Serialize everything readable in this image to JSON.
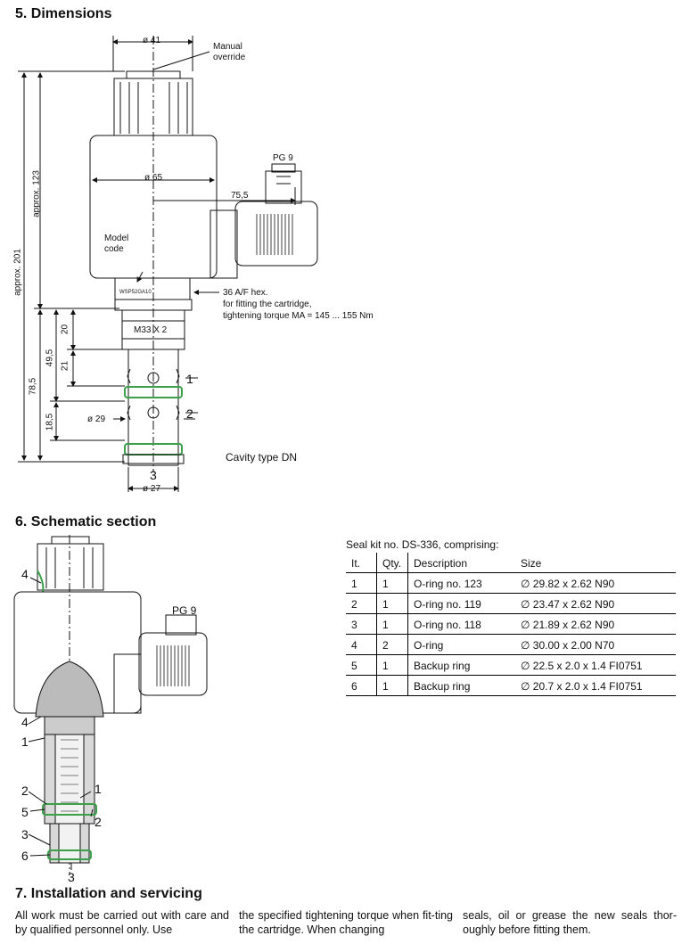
{
  "sections": {
    "s5": "5.   Dimensions",
    "s6": "6.   Schematic section",
    "s7": "7.   Installation and servicing"
  },
  "dimensions": {
    "d41": "ø 41",
    "manual1": "Manual",
    "manual2": "override",
    "pg9": "PG 9",
    "d65": "ø 65",
    "d755": "75,5",
    "approx123": "approx. 123",
    "approx201": "approx. 201",
    "model1": "Model",
    "model2": "code",
    "model_plate": "WSP52GA10",
    "hex1": "36 A/F hex.",
    "hex2": "for fitting the cartridge,",
    "hex3": "tightening torque MA = 145 ... 155 Nm",
    "thread": "M33 X 2",
    "d20": "20",
    "d21": "21",
    "d495": "49,5",
    "d785": "78,5",
    "d185": "18,5",
    "d29": "ø 29",
    "d27": "ø 27",
    "port1": "1",
    "port2": "2",
    "port3": "3",
    "cavity": "Cavity type DN"
  },
  "schematic": {
    "pg9": "PG 9",
    "l4a": "4",
    "l4b": "4",
    "l1a": "1",
    "l2a": "2",
    "l5": "5",
    "l3a": "3",
    "l6": "6",
    "l1b": "1",
    "l2b": "2",
    "l3b": "3"
  },
  "seal_kit": {
    "caption": "Seal kit no. DS-336, comprising:",
    "headers": [
      "It.",
      "Qty.",
      "Description",
      "Size"
    ],
    "rows": [
      [
        "1",
        "1",
        "O-ring no. 123",
        "∅ 29.82 x 2.62 N90"
      ],
      [
        "2",
        "1",
        "O-ring no. 119",
        "∅ 23.47 x 2.62 N90"
      ],
      [
        "3",
        "1",
        "O-ring no. 118",
        "∅ 21.89 x 2.62 N90"
      ],
      [
        "4",
        "2",
        "O-ring",
        "∅ 30.00 x 2.00 N70"
      ],
      [
        "5",
        "1",
        "Backup ring",
        "∅ 22.5 x 2.0 x 1.4 FI0751"
      ],
      [
        "6",
        "1",
        "Backup ring",
        "∅ 20.7 x 2.0 x 1.4 FI0751"
      ]
    ]
  },
  "installation": {
    "col1": "All work must be carried out with care and by qualified personnel only. Use",
    "col2": "the specified tightening torque when fit-ting the cartridge. When changing",
    "col3": "seals, oil or grease the new seals thor-oughly before fitting them."
  },
  "colors": {
    "line": "#111111",
    "seal_green": "#3aa04a",
    "hatch": "#555555"
  }
}
